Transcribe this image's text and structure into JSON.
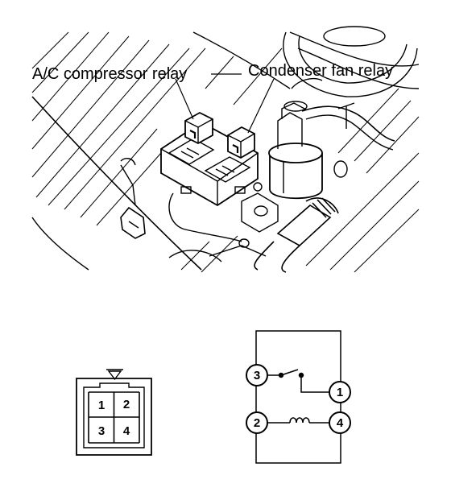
{
  "labels": {
    "ac_compressor_relay": "A/C compressor relay",
    "condenser_fan_relay": "Condenser fan relay"
  },
  "connector": {
    "pins": [
      "1",
      "2",
      "3",
      "4"
    ]
  },
  "schematic": {
    "terminals": [
      "3",
      "1",
      "2",
      "4"
    ]
  },
  "colors": {
    "ink": "#000000",
    "paper": "#ffffff"
  }
}
